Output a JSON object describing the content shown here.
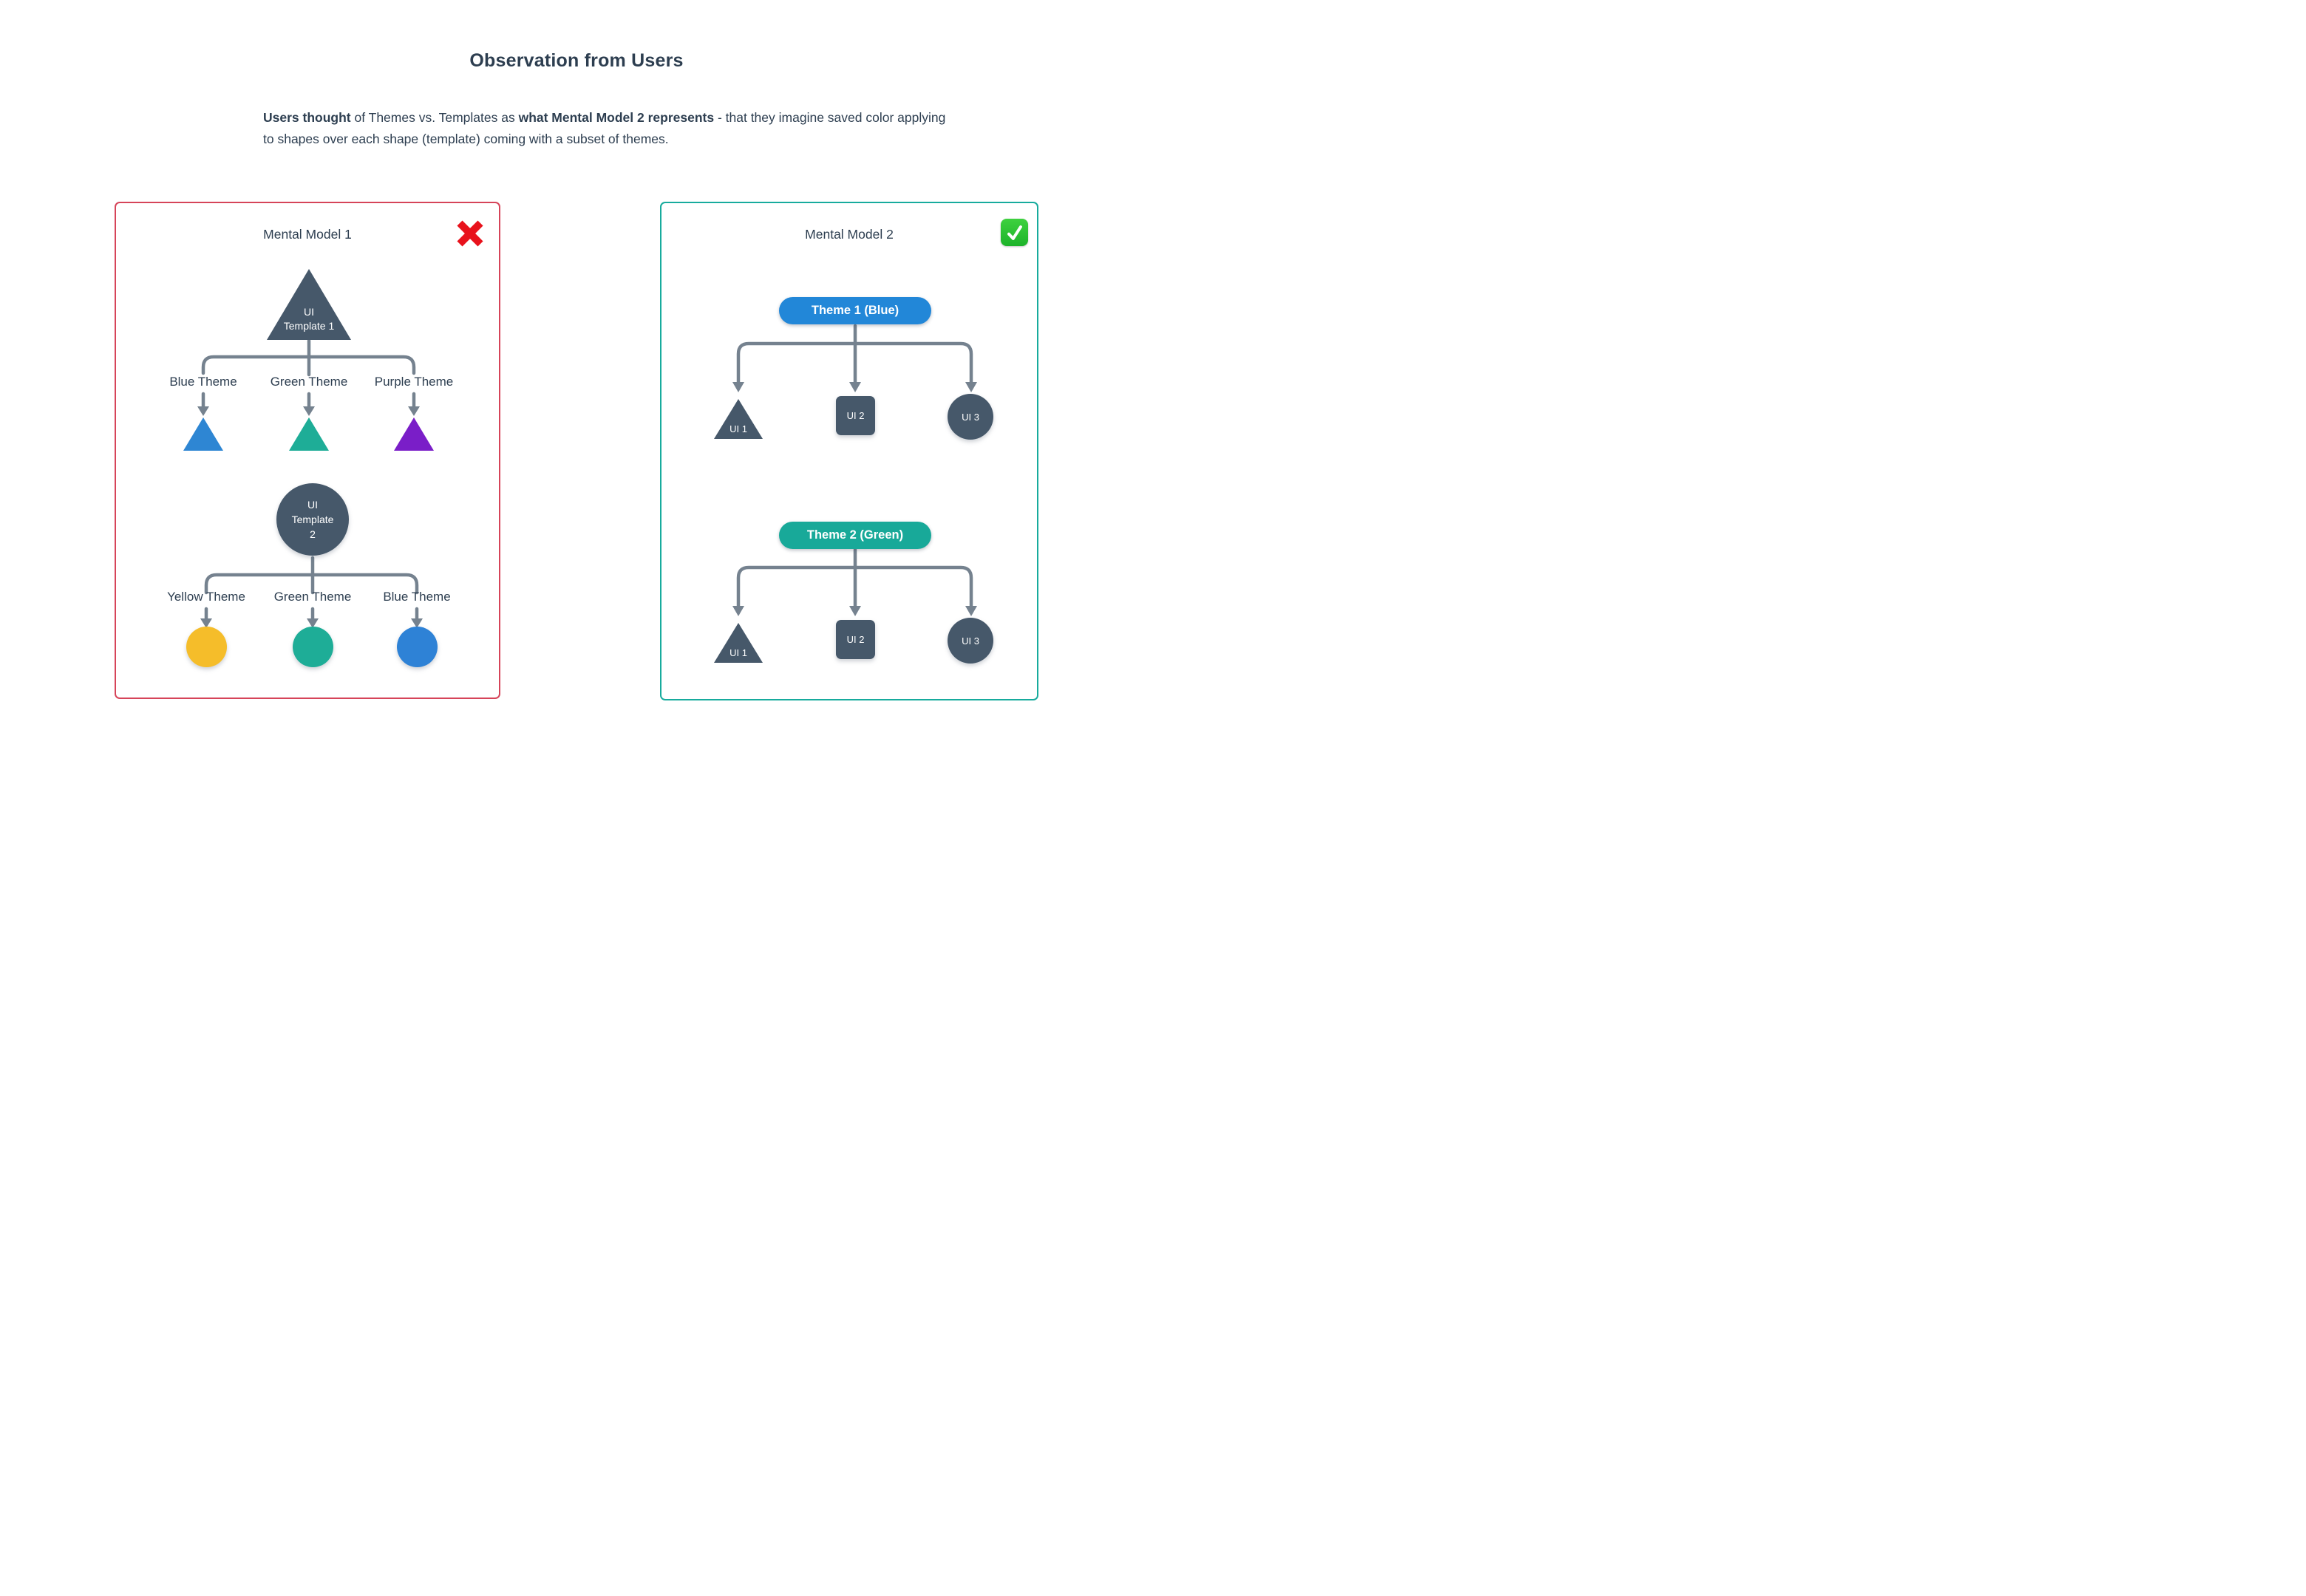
{
  "header": {
    "title": "Observation from Users"
  },
  "intro": {
    "segments": [
      {
        "text": "Users thought",
        "bold": true
      },
      {
        "text": " of Themes vs. Templates as ",
        "bold": false
      },
      {
        "text": "what Mental Model 2 represents",
        "bold": true
      },
      {
        "text": " - that they imagine saved color applying to shapes over each shape (template) coming with a subset of themes.",
        "bold": false
      }
    ]
  },
  "model1": {
    "title": "Mental Model 1",
    "status": "rejected",
    "status_icon": "cross-mark-icon",
    "border_color": "#d64459",
    "template1": {
      "shape": "triangle",
      "color": "#46586a",
      "lines": [
        "UI",
        "Template 1"
      ]
    },
    "branches1": [
      {
        "label": "Blue Theme",
        "shape": "triangle",
        "color": "#2e86d3"
      },
      {
        "label": "Green Theme",
        "shape": "triangle",
        "color": "#1ead97"
      },
      {
        "label": "Purple Theme",
        "shape": "triangle",
        "color": "#7a1ec8"
      }
    ],
    "template2": {
      "shape": "circle",
      "color": "#46586a",
      "lines": [
        "UI",
        "Template",
        "2"
      ]
    },
    "branches2": [
      {
        "label": "Yellow Theme",
        "shape": "circle",
        "color": "#f5bd2a"
      },
      {
        "label": "Green Theme",
        "shape": "circle",
        "color": "#1ead97"
      },
      {
        "label": "Blue Theme",
        "shape": "circle",
        "color": "#2e82d6"
      }
    ]
  },
  "model2": {
    "title": "Mental Model 2",
    "status": "accepted",
    "status_icon": "check-mark-icon",
    "border_color": "#17ab9d",
    "shape_color": "#46586a",
    "theme1": {
      "label": "Theme 1 (Blue)",
      "color": "#2287d8"
    },
    "children1": [
      {
        "label": "UI 1",
        "shape": "triangle"
      },
      {
        "label": "UI 2",
        "shape": "square"
      },
      {
        "label": "UI 3",
        "shape": "circle"
      }
    ],
    "theme2": {
      "label": "Theme 2 (Green)",
      "color": "#18a999"
    },
    "children2": [
      {
        "label": "UI 1",
        "shape": "triangle"
      },
      {
        "label": "UI 2",
        "shape": "square"
      },
      {
        "label": "UI 3",
        "shape": "circle"
      }
    ]
  },
  "colors": {
    "text": "#2d3e50",
    "connector": "#75828f",
    "cross": "#e8121c",
    "check_bg": "#21bf30",
    "dark_shape": "#46586a"
  }
}
